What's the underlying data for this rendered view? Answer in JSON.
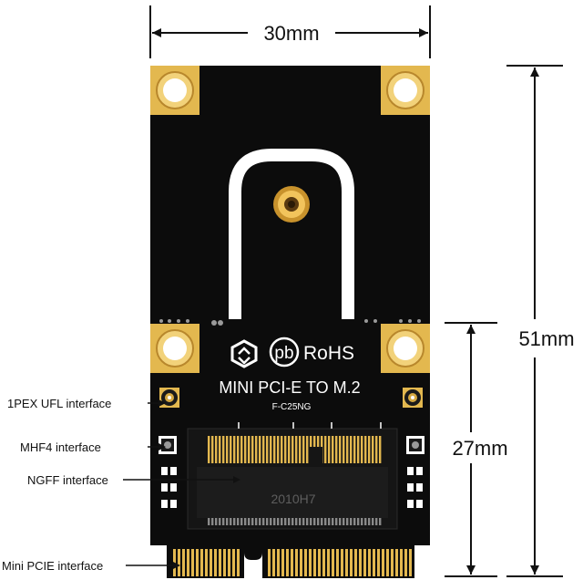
{
  "dimensions": {
    "width": "30mm",
    "height": "51mm",
    "lower_height": "27mm"
  },
  "board": {
    "brand": "pb",
    "rohs": "RoHS",
    "title": "MINI PCI-E TO M.2",
    "model": "F-C25NG",
    "chip_marking": "2010H7",
    "colors": {
      "pcb": "#0c0c0c",
      "gold": "#e3b84f",
      "gold_dark": "#b8872c",
      "silkscreen": "#ffffff"
    }
  },
  "callouts": {
    "ufl": "1PEX UFL interface",
    "mhf4": "MHF4 interface",
    "ngff": "NGFF interface",
    "mini_pcie": "Mini PCIE interface"
  }
}
